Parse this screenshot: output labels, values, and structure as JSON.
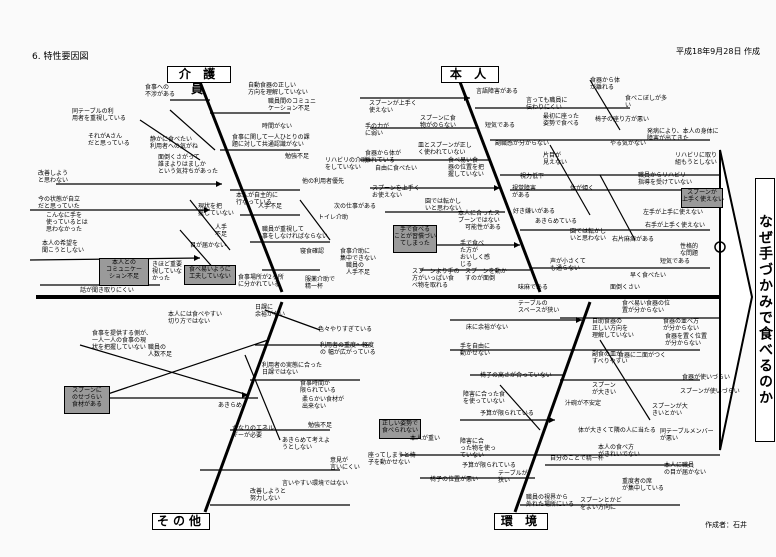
{
  "header": {
    "title": "6. 特性要因図",
    "date": "平成18年9月28日 作成",
    "author": "作成者：石井"
  },
  "problem": "なぜ手づかみで食べるのか",
  "categories": {
    "kaigo": "介 護 員",
    "honnin": "本 人",
    "sonota": "その他",
    "kankyo": "環 境"
  },
  "highlights": {
    "communication": "本人との\nコミュニケー\nション不足",
    "kufu": "食べ易いように\n工夫していない",
    "spoon_box": "スプーンが\n上手く使えない",
    "dougu": "手で食べる\nことが習慣づい\nてしまった",
    "shokuzai": "スプーンに\nのせづらい\n食材がある",
    "shisei": "正しい姿勢で\n食べられない"
  },
  "kaigo_labels": [
    "自動食器の正しい\n方向を理解していない",
    "食事への\n不涉がある",
    "職員間のコミュニ\nケーション不足",
    "同テーブルの利\n用者を重視している",
    "時間がない",
    "それがAさん\nだと思っている",
    "静かに食べたい\n利用者への気がね",
    "食事に関して一人ひとりの課\n題に対して共通認識がない",
    "勉強不足",
    "改善しよう\nと思わない",
    "面倒くさがって\n誰まよりはましか\nという気持ちがあった",
    "リハビリの介助\nをしていない",
    "今の状態が自立\nだと思っていた",
    "他の利用者優先",
    "本人が自主的に\n行なっている",
    "こんなに手を\n使っているとは\n思わなかった",
    "現状を把\n握していない",
    "人手\n不足",
    "職員が重視して\n事をしなければならない",
    "本人の希望を\n聞こうとしない",
    "目が届かない",
    "人手不足",
    "次の仕事がある",
    "トイレ介助",
    "きほど重要\n視していな\nかった",
    "寝食確認",
    "食事場所が2ヶ所\nに分かれている",
    "職員の\n人手不足",
    "話が聞き取りにくい",
    "服薬介助で\n精一杯",
    "食事介助に\n集中できない"
  ],
  "honnin_labels": [
    "言語障害がある",
    "言っても職員に\n伝わりにくい",
    "食器から体\nが離れる",
    "スプーンが上手く\n使えない",
    "食べこぼしが多\nい",
    "最初に座った\n姿勢で食べる",
    "手の力が\nに弱い",
    "椅子の座り方が悪い",
    "スプーンに食\n物がのらない",
    "短気である",
    "発病により、本人の身体に\n障害が出てきた",
    "食器から体が\n離れている",
    "皿とスプーンが正し\nく使われていない",
    "副職感が分からない",
    "やる気がない",
    "食べ易い食\n器の位置を把\n握していない",
    "片目が\n見えない",
    "リハビリに取り\n組もうとしない",
    "自由に食べたい",
    "視力低下",
    "体が傾く",
    "職員からリハビリ\n指導を受けていない",
    "スプーンを上手く\nお使えない",
    "視覚障害\nがある",
    "右手が上手く使えない",
    "園では転かし\nいと思わない",
    "本人に合ったス\nプーンではない",
    "左手が上手に使えない",
    "好き嫌いがある",
    "あきらめている",
    "可能性がある",
    "園では転かし\nいと思わない",
    "右片麻痺がある",
    "手で食べ\nた方が\nおいしく感\nじる",
    "性格的\nな問題",
    "スプーンより手の\n方がいっぱい食\nべ物を取れる",
    "スプーンを動か\nすのが面倒",
    "声が小さくて\nも通らない",
    "短気である",
    "早く食べたい",
    "味麻である",
    "面倒くさい"
  ],
  "sonota_labels": [
    "日課に\n余裕がない",
    "本人には食べやすい\n切り方ではない",
    "色々やりすぎている",
    "食事を提供する側が、\n一人一人の食事の現\n状を把握していない",
    "利用者の重度〜軽度\nの 幅が広がっている",
    "職員の\n人数不足",
    "利用者の実態に合った\n日課ではない",
    "食事時間が\n限られている",
    "あきらめ",
    "柔らかい食材が\n出来ない",
    "かなりのエネル\nギーが必要",
    "勉強不足",
    "あきらめて考えよ\nうとしない",
    "意見が\n言いにくい",
    "改善しようと\n努力しない",
    "言いやすい環境ではない"
  ],
  "kankyo_labels": [
    "テーブルの\nスペースが狭い",
    "食べ易い食器の位\n置が分からない",
    "自助食器の\n正しい方向を\n理解していない",
    "床に余裕がない",
    "食器の並べ方\nが分からない",
    "食器を置く位置\nが分からない",
    "手を自由に\n動かせない",
    "副食の皿が\nすべりやすい",
    "食器に二面がつく",
    "椅子の高さが合っていない",
    "食器が使いづらい",
    "スプーン\nが大きい",
    "スプーンが使いづらい",
    "障害に合った食\nを使っていない",
    "汁碗が不安定",
    "スプーンが大\nきいとかい",
    "予算が限られている",
    "本人が重い",
    "体が大きくて隣の人に当たる",
    "同テーブルメンバー\nが悪い",
    "座ってしまうと椅\n子を動かせない",
    "障害に合\nった物を使っ\nていない",
    "本人の食べ方\nがきれいでない",
    "自分のことで精一杯",
    "予算が限られている",
    "本人に職員\nの目が届かない",
    "椅子の位置が悪い",
    "テーブルが\n狭い",
    "職員の視界から\n外れた場所にいる",
    "重度者の席\nが集中している",
    "スプーンとかど\nをよい方向に"
  ]
}
